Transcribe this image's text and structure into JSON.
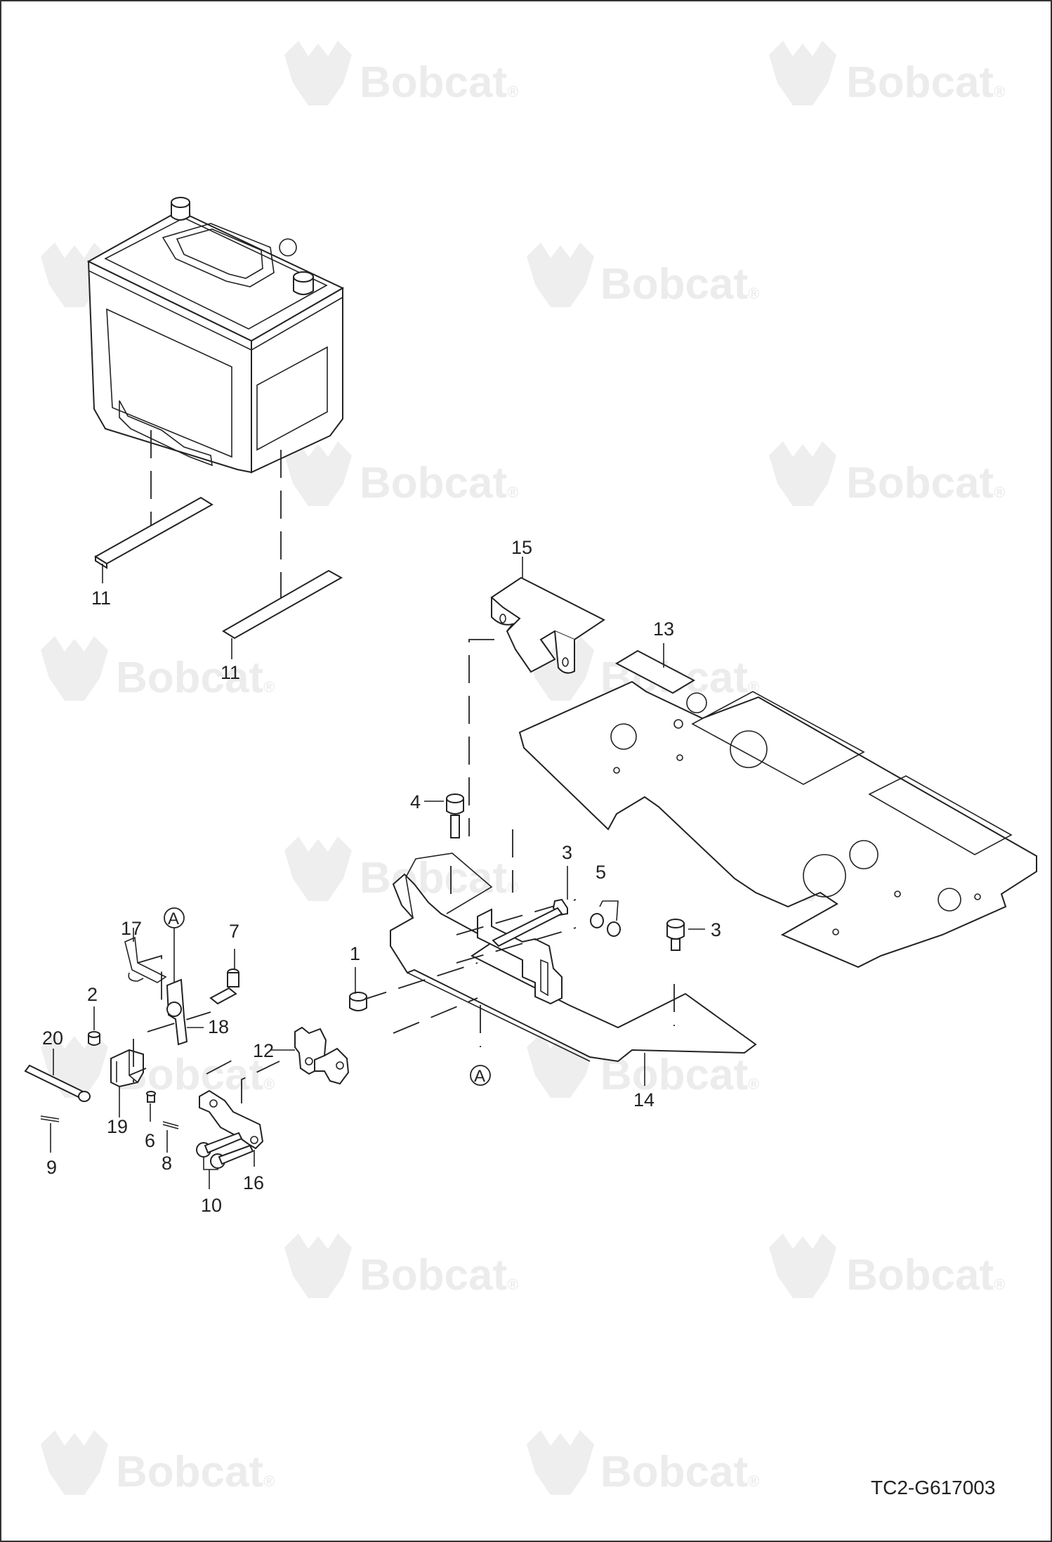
{
  "watermark": {
    "brand": "Bobcat",
    "mark": "®"
  },
  "drawing_number": "TC2-G617003",
  "view_marker": "A",
  "callouts": {
    "c1": "1",
    "c2": "2",
    "c3a": "3",
    "c3b": "3",
    "c4": "4",
    "c5": "5",
    "c6": "6",
    "c7": "7",
    "c8": "8",
    "c9": "9",
    "c10": "10",
    "c11a": "11",
    "c11b": "11",
    "c12": "12",
    "c13": "13",
    "c14": "14",
    "c15": "15",
    "c16": "16",
    "c17": "17",
    "c18": "18",
    "c19": "19",
    "c20": "20"
  }
}
